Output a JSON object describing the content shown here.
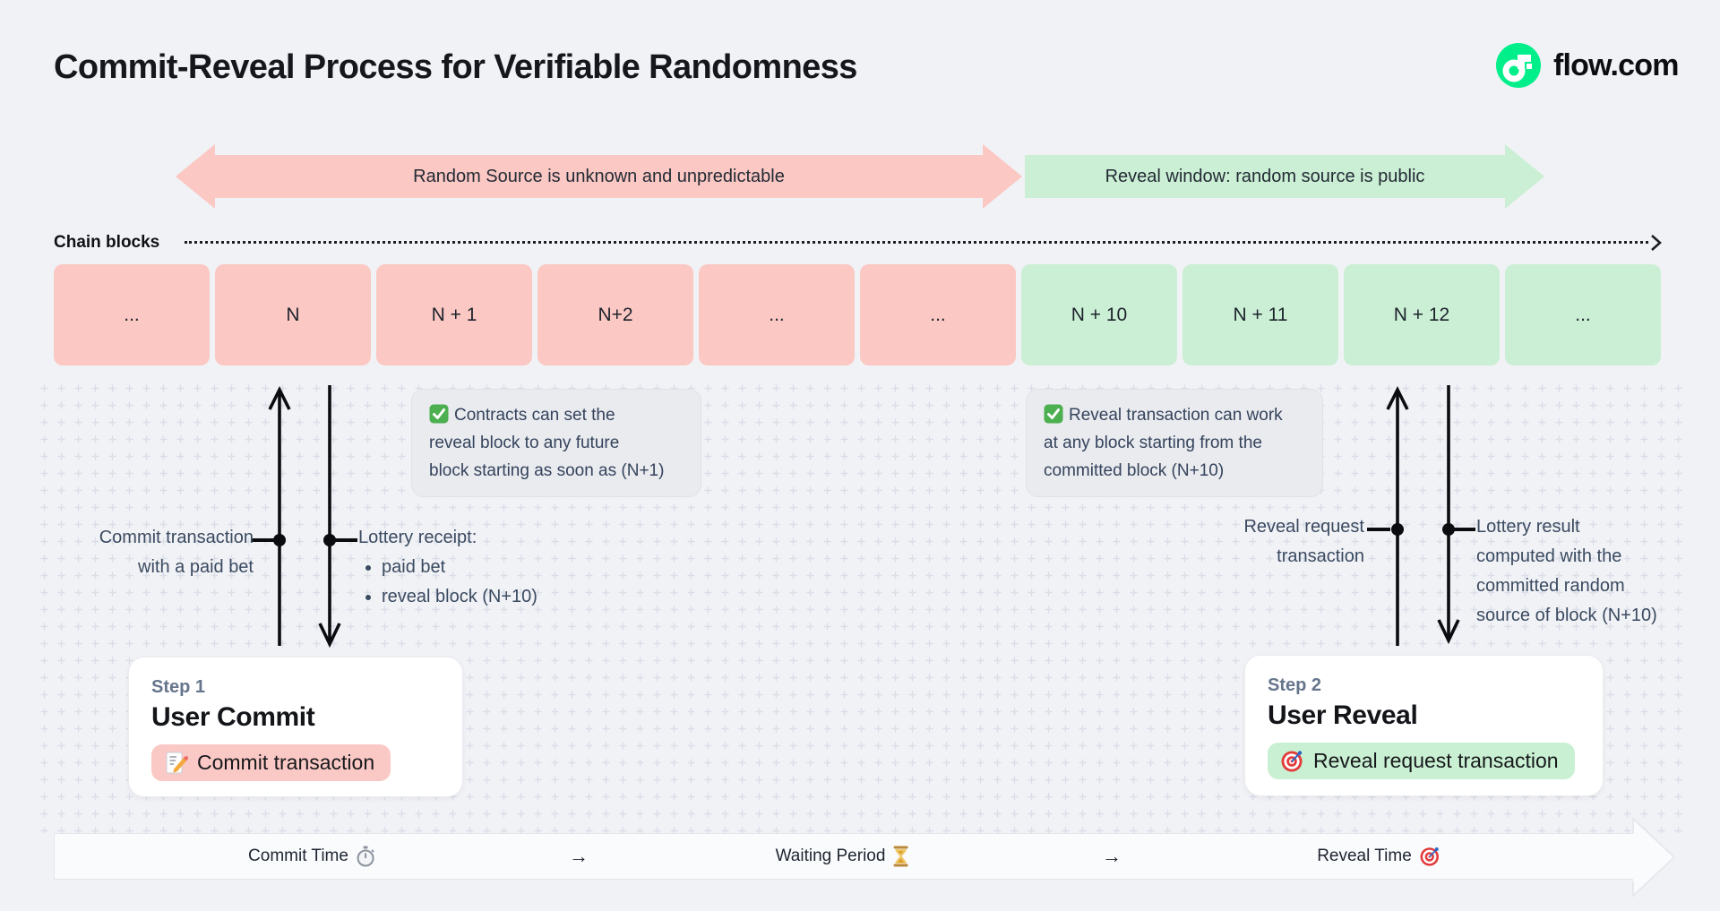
{
  "title": "Commit-Reveal Process for Verifiable Randomness",
  "brand": {
    "label": "flow.com",
    "logo_color": "#00EF8B"
  },
  "phase_bands": {
    "commit": "Random Source is unknown and unpredictable",
    "reveal": "Reveal window: random source is public"
  },
  "chain": {
    "label": "Chain blocks",
    "blocks": [
      "...",
      "N",
      "N + 1",
      "N+2",
      "...",
      "...",
      "N + 10",
      "N + 11",
      "N + 12",
      "..."
    ]
  },
  "notes": {
    "commit": "Contracts can set the\nreveal block to any future\nblock starting as soon as (N+1)",
    "reveal": "Reveal transaction can work\nat any block starting from the\ncommitted block (N+10)"
  },
  "annotations": {
    "commit_tx": "Commit transaction\nwith a paid bet",
    "receipt_title": "Lottery receipt:",
    "receipt_items": [
      "paid bet",
      "reveal block (N+10)"
    ],
    "reveal_request": "Reveal request\ntransaction",
    "lottery_result": "Lottery result\ncomputed with the\ncommitted random\nsource of block (N+10)"
  },
  "steps": {
    "step1": {
      "kicker": "Step 1",
      "title": "User Commit",
      "action": "Commit transaction",
      "action_icon": "memo-icon"
    },
    "step2": {
      "kicker": "Step 2",
      "title": "User Reveal",
      "action": "Reveal request transaction",
      "action_icon": "target-icon"
    }
  },
  "timeline": {
    "commit": "Commit Time",
    "arrow1": "→",
    "waiting": "Waiting Period",
    "arrow2": "→",
    "reveal": "Reveal Time",
    "icons": {
      "commit": "stopwatch-icon",
      "waiting": "hourglass-icon",
      "reveal": "target-icon"
    }
  },
  "colors": {
    "background": "#F1F2F6",
    "commit_pink": "#FBC8C3",
    "reveal_green": "#CBEFD4",
    "flow_green": "#00EF8B",
    "note_bg": "#E9EBEF"
  }
}
